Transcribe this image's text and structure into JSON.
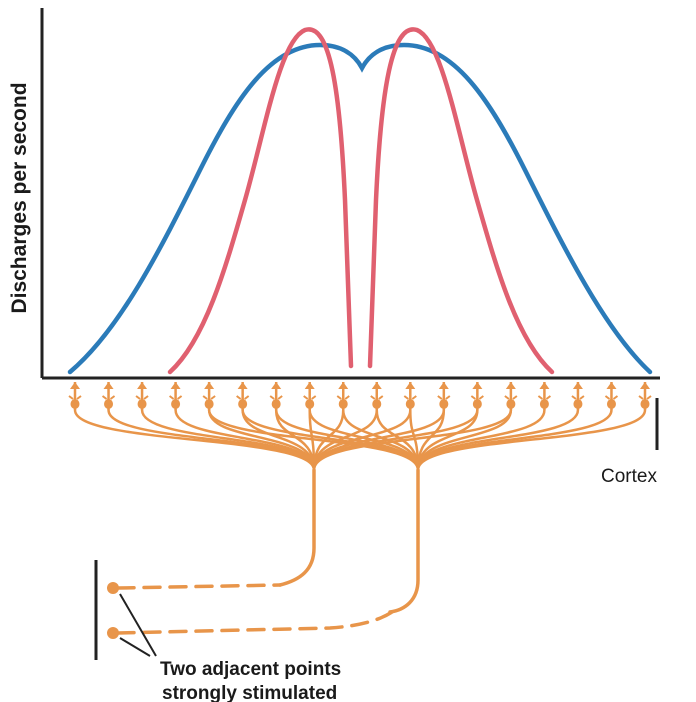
{
  "labels": {
    "y_axis": "Discharges per second",
    "cortex": "Cortex",
    "caption_line1": "Two adjacent points",
    "caption_line2": "strongly stimulated"
  },
  "colors": {
    "blue_curve": "#2b7bb9",
    "red_curve": "#e06070",
    "neuron": "#e8954a",
    "axis": "#222222",
    "text": "#1a1a1a"
  },
  "diagram": {
    "cortical_neuron_count": 18,
    "stimulated_points": 2
  }
}
